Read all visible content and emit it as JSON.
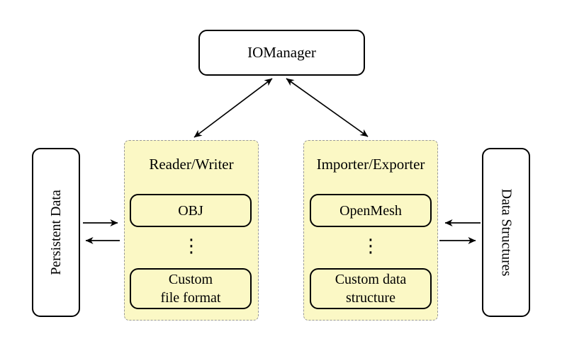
{
  "colors": {
    "panel_fill": "#FBF8C5",
    "panel_border": "#999999",
    "background": "#FFFFFF"
  },
  "nodes": {
    "io_manager": {
      "label": "IOManager"
    },
    "persistent_data": {
      "label": "Persistent Data"
    },
    "data_structures": {
      "label": "Data Structures"
    },
    "reader_writer": {
      "title": "Reader/Writer",
      "items": [
        "OBJ",
        "Custom\nfile format"
      ],
      "dots": "⋮"
    },
    "importer_exporter": {
      "title": "Importer/Exporter",
      "items": [
        "OpenMesh",
        "Custom data\nstructure"
      ],
      "dots": "⋮"
    }
  }
}
